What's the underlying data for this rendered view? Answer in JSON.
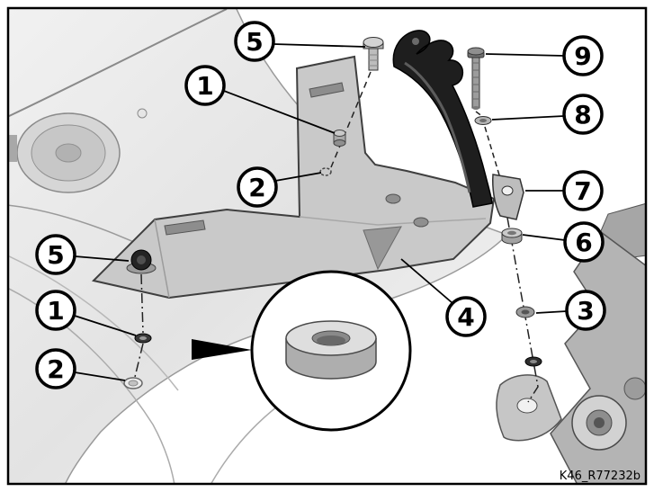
{
  "figure": {
    "caption": "K46_R77232b",
    "callouts": {
      "c5_top": "5",
      "c1_top": "1",
      "c2_top": "2",
      "c9": "9",
      "c8": "8",
      "c7": "7",
      "c6": "6",
      "c3": "3",
      "c5_left": "5",
      "c1_left": "1",
      "c2_left": "2",
      "c4": "4"
    },
    "palette": {
      "outline": "#000000",
      "plate_gray": "#c9c9c9",
      "tank_gray": "#ebebeb",
      "dark_part": "#1e1e1e",
      "background": "#ffffff"
    }
  }
}
